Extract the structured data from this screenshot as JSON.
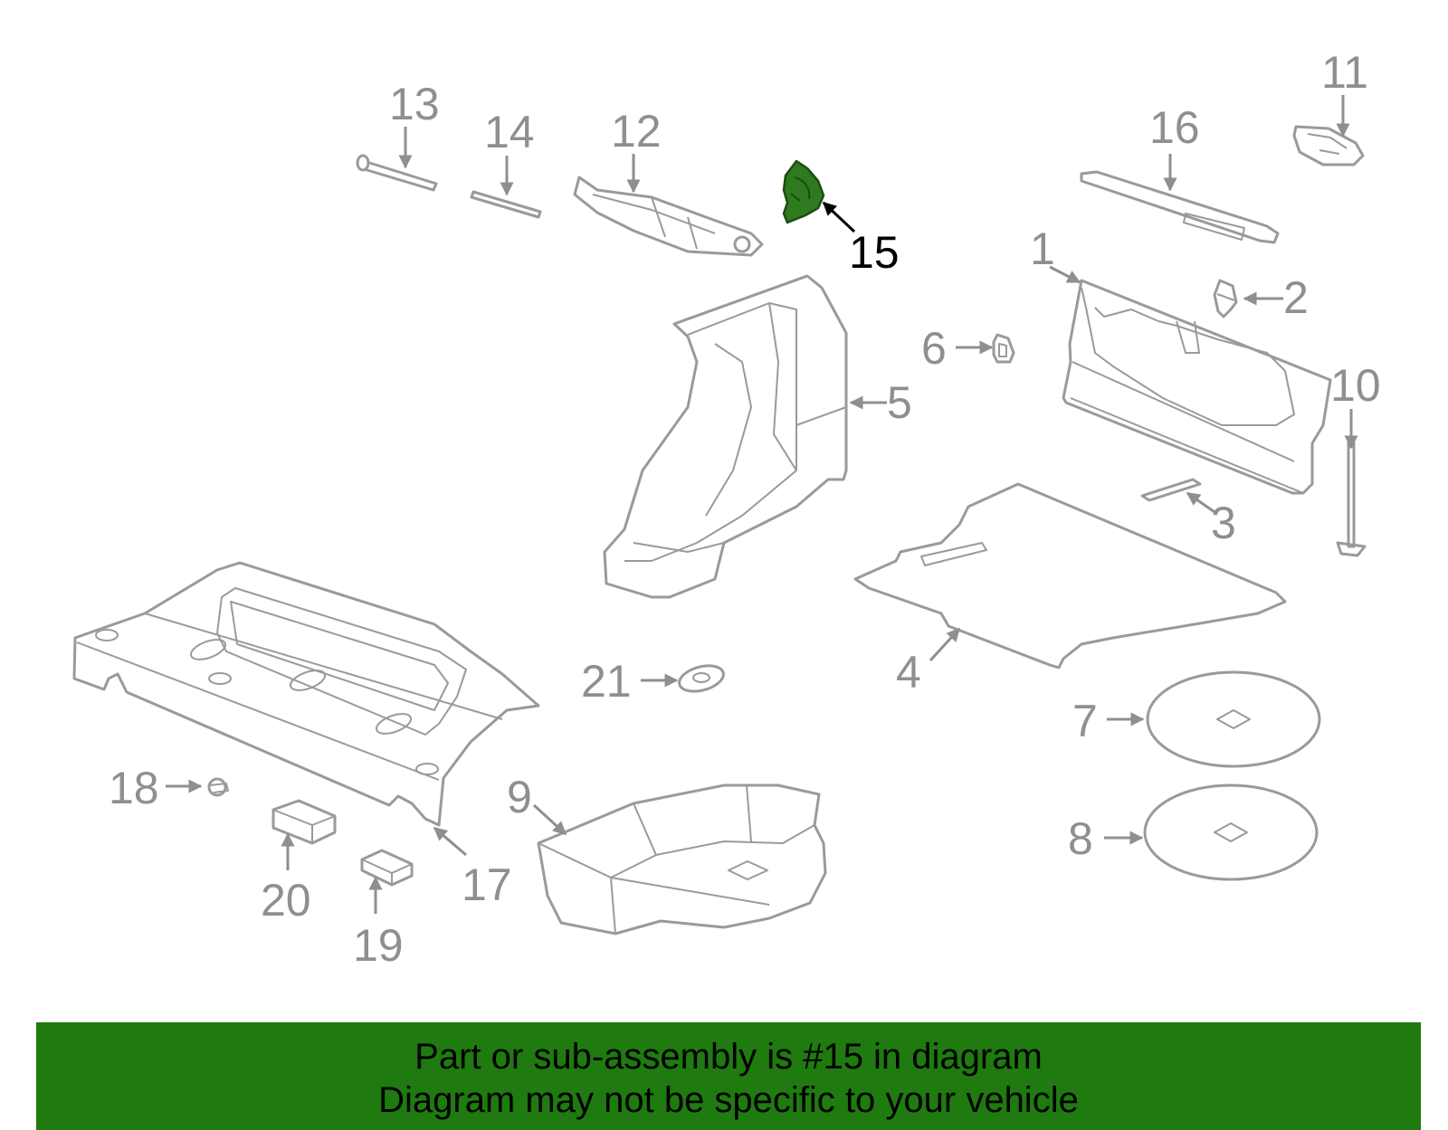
{
  "callouts": {
    "c1": "1",
    "c2": "2",
    "c3": "3",
    "c4": "4",
    "c5": "5",
    "c6": "6",
    "c7": "7",
    "c8": "8",
    "c9": "9",
    "c10": "10",
    "c11": "11",
    "c12": "12",
    "c13": "13",
    "c14": "14",
    "c15": "15",
    "c16": "16",
    "c17": "17",
    "c18": "18",
    "c19": "19",
    "c20": "20",
    "c21": "21"
  },
  "highlighted_part": "15",
  "colors": {
    "banner": "#1f7a0f",
    "highlight_part": "#2f7a1e",
    "lines": "#9a9a9a"
  },
  "banner": {
    "line1": "Part or sub-assembly is #15 in diagram",
    "line2": "Diagram may not be specific to your vehicle"
  }
}
